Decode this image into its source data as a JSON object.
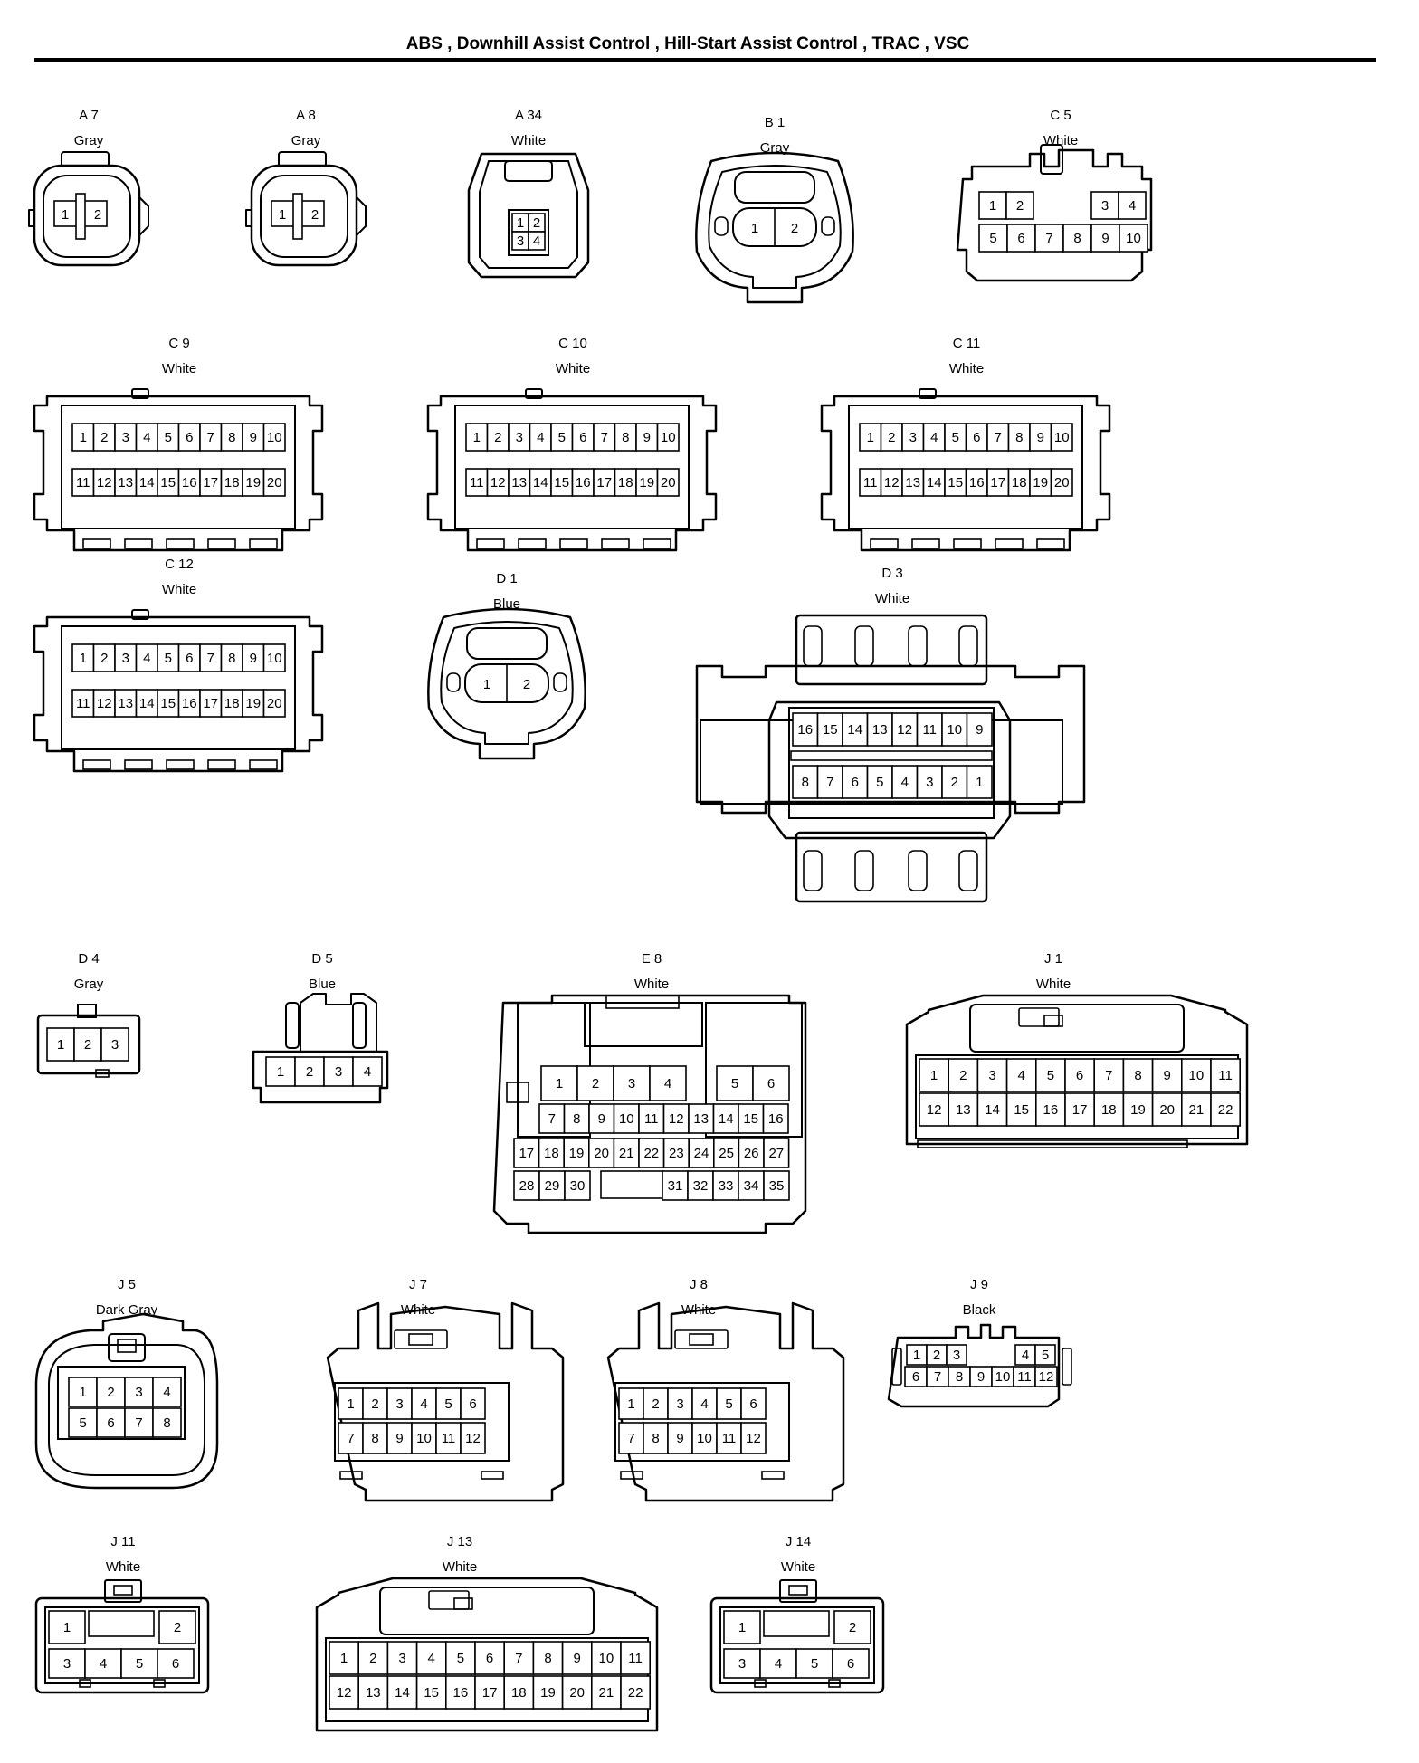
{
  "title": "ABS , Downhill Assist Control , Hill-Start Assist Control , TRAC , VSC",
  "colors": {
    "ink": "#000000",
    "paper": "#ffffff"
  },
  "connectors": [
    {
      "id": "A 7",
      "color": "Gray",
      "pins": [
        "1",
        "2"
      ]
    },
    {
      "id": "A 8",
      "color": "Gray",
      "pins": [
        "1",
        "2"
      ]
    },
    {
      "id": "A 34",
      "color": "White",
      "pins": [
        "1",
        "2",
        "3",
        "4"
      ]
    },
    {
      "id": "B 1",
      "color": "Gray",
      "pins": [
        "1",
        "2"
      ]
    },
    {
      "id": "C 5",
      "color": "White",
      "pins": [
        "1",
        "2",
        "3",
        "4",
        "5",
        "6",
        "7",
        "8",
        "9",
        "10"
      ]
    },
    {
      "id": "C 9",
      "color": "White",
      "pins": [
        "1",
        "2",
        "3",
        "4",
        "5",
        "6",
        "7",
        "8",
        "9",
        "10",
        "11",
        "12",
        "13",
        "14",
        "15",
        "16",
        "17",
        "18",
        "19",
        "20"
      ]
    },
    {
      "id": "C 10",
      "color": "White",
      "pins": [
        "1",
        "2",
        "3",
        "4",
        "5",
        "6",
        "7",
        "8",
        "9",
        "10",
        "11",
        "12",
        "13",
        "14",
        "15",
        "16",
        "17",
        "18",
        "19",
        "20"
      ]
    },
    {
      "id": "C 11",
      "color": "White",
      "pins": [
        "1",
        "2",
        "3",
        "4",
        "5",
        "6",
        "7",
        "8",
        "9",
        "10",
        "11",
        "12",
        "13",
        "14",
        "15",
        "16",
        "17",
        "18",
        "19",
        "20"
      ]
    },
    {
      "id": "C 12",
      "color": "White",
      "pins": [
        "1",
        "2",
        "3",
        "4",
        "5",
        "6",
        "7",
        "8",
        "9",
        "10",
        "11",
        "12",
        "13",
        "14",
        "15",
        "16",
        "17",
        "18",
        "19",
        "20"
      ]
    },
    {
      "id": "D 1",
      "color": "Blue",
      "pins": [
        "1",
        "2"
      ]
    },
    {
      "id": "D 3",
      "color": "White",
      "pins": [
        "16",
        "15",
        "14",
        "13",
        "12",
        "11",
        "10",
        "9",
        "8",
        "7",
        "6",
        "5",
        "4",
        "3",
        "2",
        "1"
      ]
    },
    {
      "id": "D 4",
      "color": "Gray",
      "pins": [
        "1",
        "2",
        "3"
      ]
    },
    {
      "id": "D 5",
      "color": "Blue",
      "pins": [
        "1",
        "2",
        "3",
        "4"
      ]
    },
    {
      "id": "E 8",
      "color": "White",
      "pins": [
        "1",
        "2",
        "3",
        "4",
        "5",
        "6",
        "7",
        "8",
        "9",
        "10",
        "11",
        "12",
        "13",
        "14",
        "15",
        "16",
        "17",
        "18",
        "19",
        "20",
        "21",
        "22",
        "23",
        "24",
        "25",
        "26",
        "27",
        "28",
        "29",
        "30",
        "31",
        "32",
        "33",
        "34",
        "35"
      ]
    },
    {
      "id": "J 1",
      "color": "White",
      "pins": [
        "1",
        "2",
        "3",
        "4",
        "5",
        "6",
        "7",
        "8",
        "9",
        "10",
        "11",
        "12",
        "13",
        "14",
        "15",
        "16",
        "17",
        "18",
        "19",
        "20",
        "21",
        "22"
      ]
    },
    {
      "id": "J 5",
      "color": "Dark Gray",
      "pins": [
        "1",
        "2",
        "3",
        "4",
        "5",
        "6",
        "7",
        "8"
      ]
    },
    {
      "id": "J 7",
      "color": "White",
      "pins": [
        "1",
        "2",
        "3",
        "4",
        "5",
        "6",
        "7",
        "8",
        "9",
        "10",
        "11",
        "12"
      ]
    },
    {
      "id": "J 8",
      "color": "White",
      "pins": [
        "1",
        "2",
        "3",
        "4",
        "5",
        "6",
        "7",
        "8",
        "9",
        "10",
        "11",
        "12"
      ]
    },
    {
      "id": "J 9",
      "color": "Black",
      "pins": [
        "1",
        "2",
        "3",
        "4",
        "5",
        "6",
        "7",
        "8",
        "9",
        "10",
        "11",
        "12"
      ]
    },
    {
      "id": "J 11",
      "color": "White",
      "pins": [
        "1",
        "2",
        "3",
        "4",
        "5",
        "6"
      ]
    },
    {
      "id": "J 13",
      "color": "White",
      "pins": [
        "1",
        "2",
        "3",
        "4",
        "5",
        "6",
        "7",
        "8",
        "9",
        "10",
        "11",
        "12",
        "13",
        "14",
        "15",
        "16",
        "17",
        "18",
        "19",
        "20",
        "21",
        "22"
      ]
    },
    {
      "id": "J 14",
      "color": "White",
      "pins": [
        "1",
        "2",
        "3",
        "4",
        "5",
        "6"
      ]
    }
  ]
}
